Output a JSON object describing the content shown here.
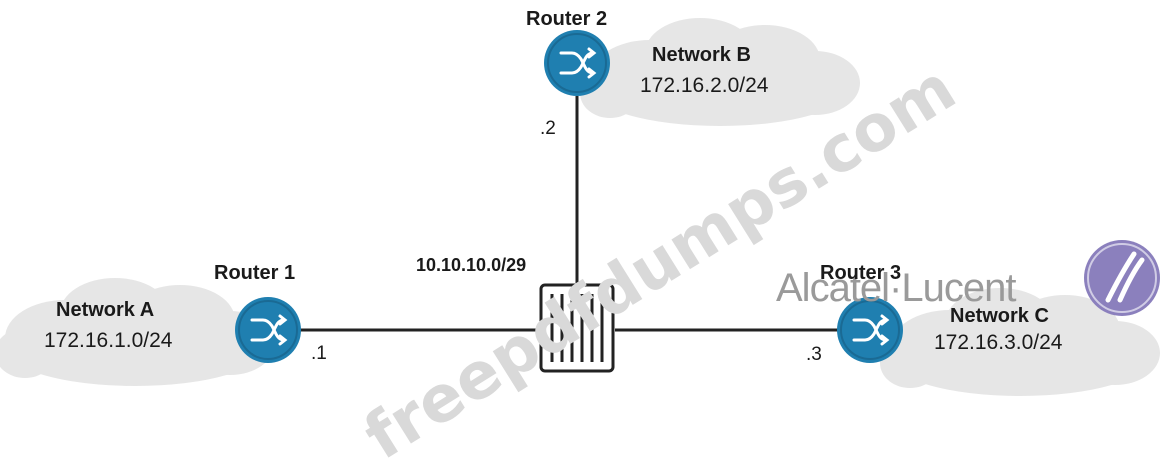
{
  "watermark": "freepdfdumps.com",
  "brand": {
    "text": "Alcatel·Lucent",
    "color": "#7a6fb0"
  },
  "colors": {
    "router": "#1f7fb0",
    "cloud": "#e6e6e6",
    "link": "#222222"
  },
  "switch_subnet": "10.10.10.0/29",
  "routers": [
    {
      "name": "Router 1",
      "interface": ".1"
    },
    {
      "name": "Router 2",
      "interface": ".2"
    },
    {
      "name": "Router 3",
      "interface": ".3"
    }
  ],
  "networks": [
    {
      "name": "Network A",
      "address": "172.16.1.0/24"
    },
    {
      "name": "Network B",
      "address": "172.16.2.0/24"
    },
    {
      "name": "Network C",
      "address": "172.16.3.0/24"
    }
  ]
}
